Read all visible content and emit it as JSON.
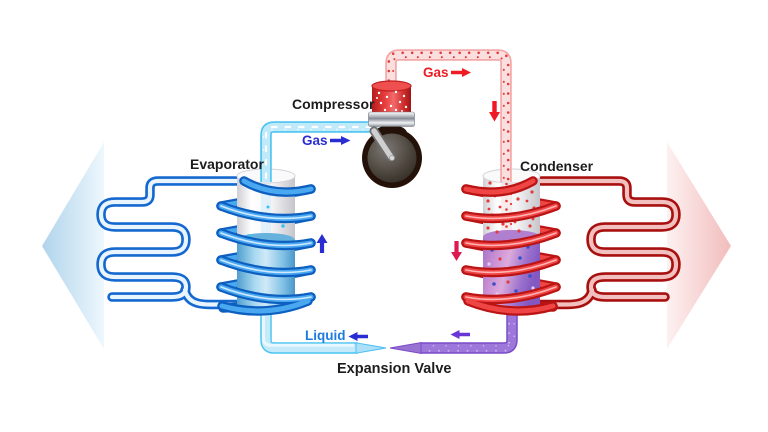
{
  "diagram": {
    "type": "refrigeration-cycle",
    "components": {
      "evaporator": {
        "label": "Evaporator"
      },
      "compressor": {
        "label": "Compressor"
      },
      "condenser": {
        "label": "Condenser"
      },
      "expansion_valve": {
        "label": "Expansion Valve"
      }
    },
    "flow_labels": {
      "gas_suction": {
        "text": "Gas",
        "color": "#2a2ed2",
        "direction": "right"
      },
      "gas_discharge": {
        "text": "Gas",
        "color": "#ee1b24",
        "direction": "right"
      },
      "liquid": {
        "text": "Liquid",
        "color": "#1e7be0",
        "direction": "left"
      }
    },
    "arrows": [
      {
        "name": "gas-suction-arrow",
        "direction": "right",
        "color": "#2a2ed2"
      },
      {
        "name": "gas-discharge-arrow",
        "direction": "right",
        "color": "#ee1b24"
      },
      {
        "name": "hot-gas-down-arrow",
        "direction": "down",
        "color": "#ee1b24"
      },
      {
        "name": "evaporator-up-arrow",
        "direction": "up",
        "color": "#2a2ed2"
      },
      {
        "name": "condenser-down-arrow",
        "direction": "down",
        "color": "#dc1a52"
      },
      {
        "name": "liquid-left-arrow",
        "direction": "left",
        "color": "#2a2ed2"
      },
      {
        "name": "liquid-purple-left-arrow",
        "direction": "left",
        "color": "#6a35d6"
      }
    ],
    "colors": {
      "cold_side_arrow": "#b0d4ec",
      "hot_side_arrow": "#f2bcbc",
      "cold_coil": "#1468cf",
      "hot_coil": "#a81010",
      "cold_pipe": "#46c2f1",
      "hot_pipe": "#f4a0a0",
      "liquid_pipe_purple": "#7a4cc8",
      "evaporator_liquid": "#58a8d8",
      "condenser_liquid": "#9a6fd0",
      "compressor_gas": "#e84040"
    }
  }
}
